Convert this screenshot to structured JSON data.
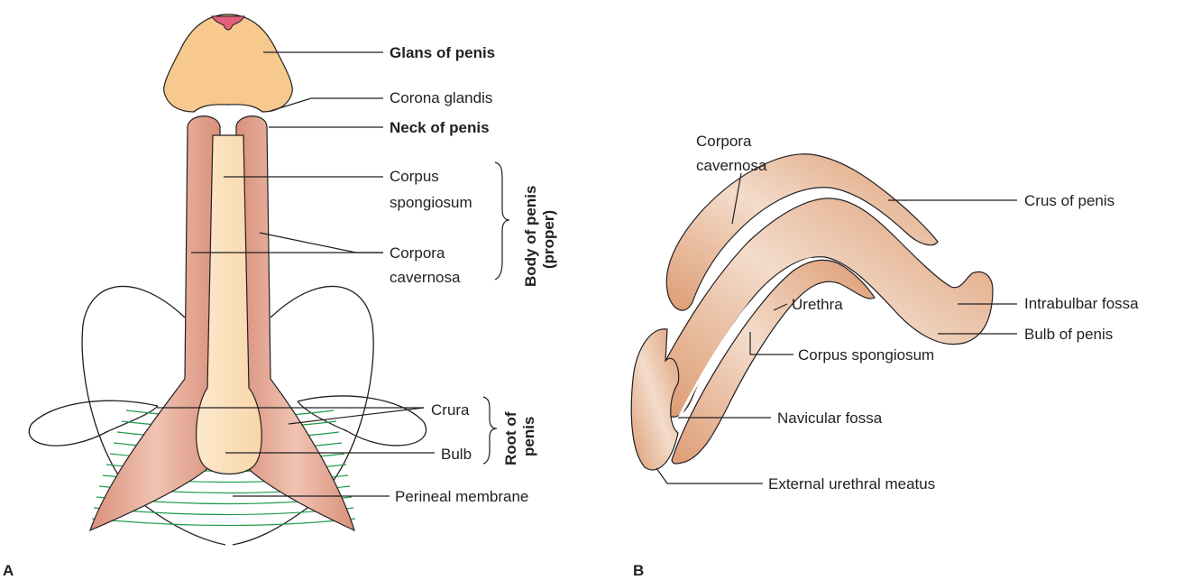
{
  "panel_a": {
    "panel_letter": "A",
    "labels": {
      "glans": "Glans of penis",
      "corona": "Corona glandis",
      "neck": "Neck of penis",
      "corpus_spongiosum_1": "Corpus",
      "corpus_spongiosum_2": "spongiosum",
      "corpora_cavernosa_1": "Corpora",
      "corpora_cavernosa_2": "cavernosa",
      "crura": "Crura",
      "bulb": "Bulb",
      "perineal_membrane": "Perineal membrane"
    },
    "groups": {
      "body_1": "Body of penis",
      "body_2": "(proper)",
      "root_1": "Root of",
      "root_2": "penis"
    }
  },
  "panel_b": {
    "panel_letter": "B",
    "labels": {
      "corpora_cavernosa_1": "Corpora",
      "corpora_cavernosa_2": "cavernosa",
      "crus": "Crus of penis",
      "intrabulbar": "Intrabulbar fossa",
      "urethra": "Urethra",
      "bulb": "Bulb of penis",
      "corpus_spongiosum": "Corpus spongiosum",
      "navicular": "Navicular fossa",
      "meatus": "External urethral meatus"
    }
  },
  "colors": {
    "glans": "#f7c98f",
    "cavernosa": "#e0a08a",
    "spongiosum": "#fbe2bf",
    "membrane_lines": "#1f9b4b",
    "meatus": "#e2607a",
    "sagittal": "#e4a981"
  }
}
